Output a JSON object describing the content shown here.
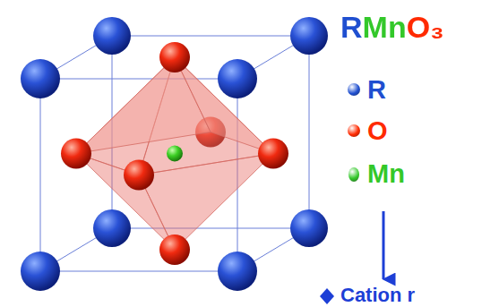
{
  "diagram": {
    "title": "RMnO₃",
    "labels": [
      "Cation r"
    ],
    "legend": [
      {
        "text": "R",
        "color": "#1f4fd0"
      },
      {
        "text": "O",
        "color": "#ff2a00"
      },
      {
        "text": "Mn",
        "color": "#33c82a"
      }
    ]
  }
}
